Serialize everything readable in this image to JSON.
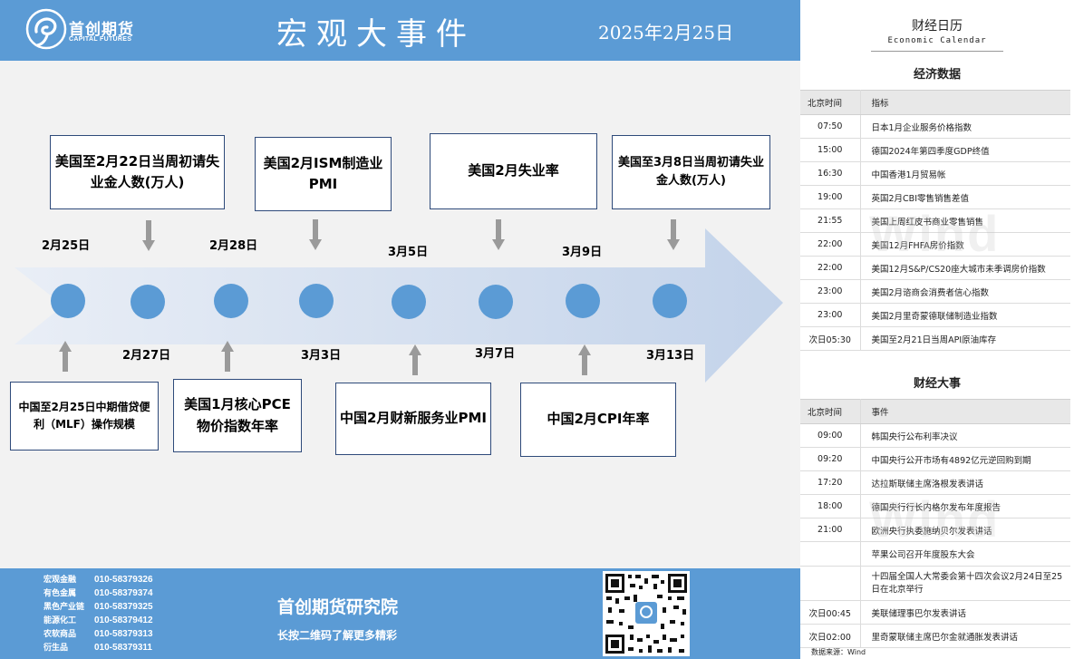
{
  "header": {
    "logo_name": "首创期货",
    "logo_sub": "CAPITAL FUTURES",
    "title": "宏观大事件",
    "date": "2025年2月25日"
  },
  "timeline": {
    "top_events": [
      "美国至2月22日当周初请失业金人数(万人)",
      "美国2月ISM制造业PMI",
      "美国2月失业率",
      "美国至3月8日当周初请失业金人数(万人)"
    ],
    "bottom_events": [
      "中国至2月25日中期借贷便利（MLF）操作规模",
      "美国1月核心PCE物价指数年率",
      "中国2月财新服务业PMI",
      "中国2月CPI年率"
    ],
    "dates_above": [
      "2月25日",
      "2月28日",
      "3月5日",
      "3月9日"
    ],
    "dates_below": [
      "2月27日",
      "3月3日",
      "3月7日",
      "3月13日"
    ]
  },
  "footer": {
    "contacts": [
      {
        "name": "宏观金融",
        "phone": "010-58379326"
      },
      {
        "name": "有色金属",
        "phone": "010-58379374"
      },
      {
        "name": "黑色产业链",
        "phone": "010-58379325"
      },
      {
        "name": "能源化工",
        "phone": "010-58379412"
      },
      {
        "name": "农软商品",
        "phone": "010-58379313"
      },
      {
        "name": "衍生品",
        "phone": "010-58379311"
      }
    ],
    "institute": "首创期货研究院",
    "slogan": "长按二维码了解更多精彩"
  },
  "calendar": {
    "title": "财经日历",
    "subtitle": "Economic Calendar",
    "econ_title": "经济数据",
    "econ_headers": [
      "北京时间",
      "指标"
    ],
    "econ_rows": [
      {
        "time": "07:50",
        "item": "日本1月企业服务价格指数"
      },
      {
        "time": "15:00",
        "item": "德国2024年第四季度GDP终值"
      },
      {
        "time": "16:30",
        "item": "中国香港1月贸易帐"
      },
      {
        "time": "19:00",
        "item": "英国2月CBI零售销售差值"
      },
      {
        "time": "21:55",
        "item": "美国上周红皮书商业零售销售"
      },
      {
        "time": "22:00",
        "item": "美国12月FHFA房价指数"
      },
      {
        "time": "22:00",
        "item": "美国12月S&P/CS20座大城市未季调房价指数"
      },
      {
        "time": "23:00",
        "item": "美国2月谘商会消费者信心指数"
      },
      {
        "time": "23:00",
        "item": "美国2月里奇蒙德联储制造业指数"
      },
      {
        "time": "次日05:30",
        "item": "美国至2月21日当周API原油库存"
      }
    ],
    "events_title": "财经大事",
    "events_headers": [
      "北京时间",
      "事件"
    ],
    "events_rows": [
      {
        "time": "09:00",
        "item": "韩国央行公布利率决议"
      },
      {
        "time": "09:20",
        "item": "中国央行公开市场有4892亿元逆回购到期"
      },
      {
        "time": "17:20",
        "item": "达拉斯联储主席洛根发表讲话"
      },
      {
        "time": "18:00",
        "item": "德国央行行长内格尔发布年度报告"
      },
      {
        "time": "21:00",
        "item": "欧洲央行执委施纳贝尔发表讲话"
      },
      {
        "time": "",
        "item": "苹果公司召开年度股东大会"
      },
      {
        "time": "",
        "item": "十四届全国人大常委会第十四次会议2月24日至25日在北京举行"
      },
      {
        "time": "次日00:45",
        "item": "美联储理事巴尔发表讲话"
      },
      {
        "time": "次日02:00",
        "item": "里奇蒙联储主席巴尔金就通胀发表讲话"
      }
    ],
    "watermark": "Wind",
    "source": "数据来源：Wind"
  }
}
